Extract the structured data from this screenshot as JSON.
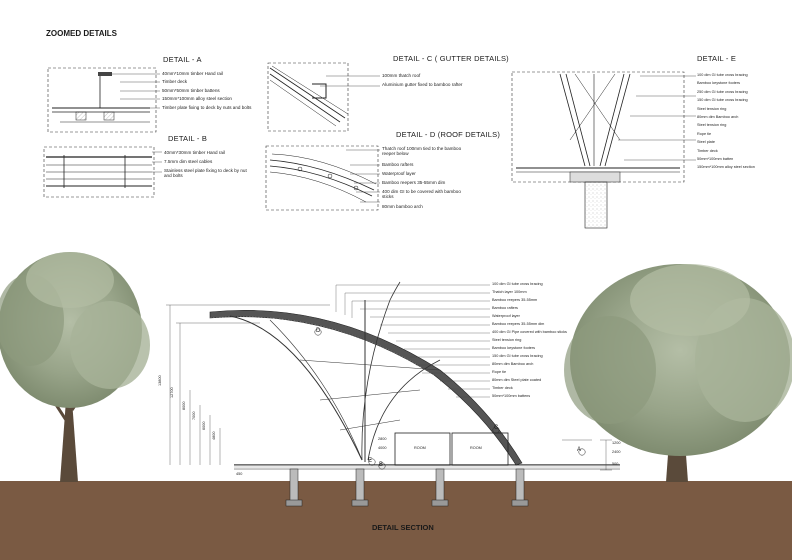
{
  "sheet": {
    "heading": "ZOOMED DETAILS",
    "footer": "DETAIL SECTION"
  },
  "details": {
    "a": {
      "title": "DETAIL - A",
      "notes": [
        "40mm*10mm timber Hand rail",
        "Timber deck",
        "50mm*50mm timber battens",
        "150mm*100mm alloy steel section",
        "Timber plate fixing to deck by nuts and bolts"
      ]
    },
    "b": {
      "title": "DETAIL - B",
      "notes": [
        "40mm*30mm timber Hand rail",
        "7.5mm dim steel cables",
        "Stainless steel plate fixing to deck by nut and bolts"
      ]
    },
    "c": {
      "title": "DETAIL - C ( GUTTER DETAILS)",
      "notes": [
        "100mm thatch roof",
        "Aluminium gutter fixed to bamboo rafter"
      ]
    },
    "d": {
      "title": "DETAIL - D (ROOF DETAILS)",
      "notes": [
        "Thatch roof 100mm tied to the bamboo reeper below",
        "Bamboo rafters",
        "Waterproof layer",
        "Bamboo reepers 35-55mm dim",
        "400 dim GI to be covered with bamboo sticks",
        "80mm bamboo arch"
      ]
    },
    "e": {
      "title": "DETAIL - E",
      "notes": [
        "100 dim GI tube cross bracing",
        "Bamboo keystone footers",
        "250 dim GI tube cross bracing",
        "150 dim GI tube cross bracing",
        "Steel tension ring",
        "80mm dim Bamboo arch",
        "Steel tension ring",
        "Rope tie",
        "Steel plate",
        "Timber deck",
        "50mm*100mm batten",
        "150mm*100mm alloy steel section"
      ]
    }
  },
  "section": {
    "notes": [
      "100 dim GI tube cross bracing",
      "Thatch layer 100mm",
      "Bamboo reepers 35-55mm",
      "Bamboo rafters",
      "Waterproof layer",
      "Bamboo reepers 35-55mm dim",
      "400 dim GI Pipe covered with bamboo sticks",
      "Steel tension ring",
      "Bamboo keystone footers",
      "150 dim GI tube cross bracing",
      "80mm dim Bamboo arch",
      "Rope tie",
      "80mm dim Steel plate coated",
      "Timber deck",
      "50mm*100mm battens"
    ],
    "dims": [
      "13800",
      "12700",
      "8000",
      "7000",
      "6000",
      "4800",
      "450",
      "4000",
      "2800",
      "500",
      "2400",
      "1200"
    ],
    "tags": [
      "A",
      "B",
      "C",
      "D",
      "E"
    ],
    "rooms": [
      "ROOM",
      "ROOM"
    ]
  },
  "colors": {
    "ground": "#7a5a43",
    "tree_canopy": "#9aa88a",
    "tree_trunk": "#5a4a3a",
    "linework": "#222222",
    "thatch": "#555555"
  }
}
